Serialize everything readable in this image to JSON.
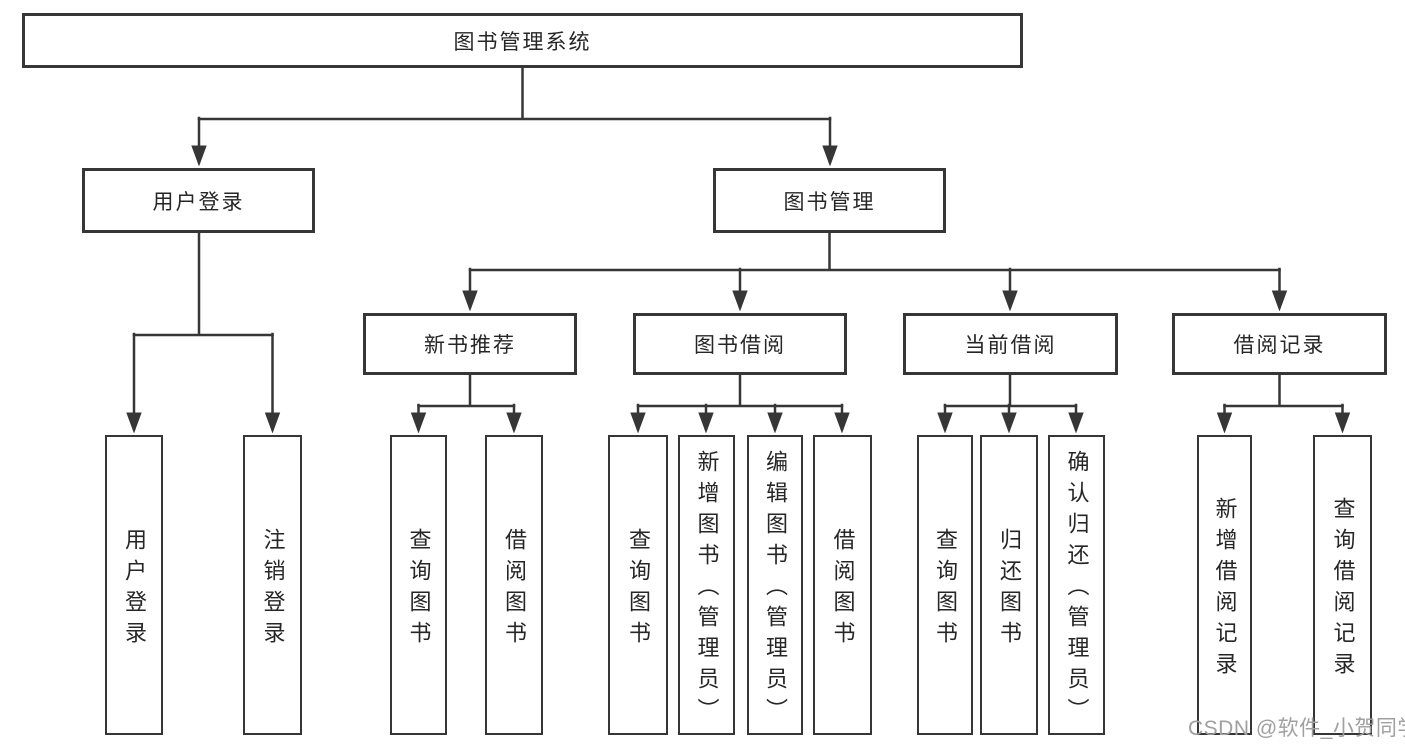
{
  "nodes": {
    "root": {
      "label": "图书管理系统"
    },
    "user_login": {
      "label": "用户登录"
    },
    "book_mgmt": {
      "label": "图书管理"
    },
    "new_book_rec": {
      "label": "新书推荐"
    },
    "book_borrow": {
      "label": "图书借阅"
    },
    "current_borrow": {
      "label": "当前借阅"
    },
    "borrow_records": {
      "label": "借阅记录"
    },
    "leaf_user_login": {
      "label": "用户登录"
    },
    "leaf_logout": {
      "label": "注销登录"
    },
    "leaf_rec_query_books": {
      "label": "查询图书"
    },
    "leaf_rec_borrow_books": {
      "label": "借阅图书"
    },
    "leaf_bb_query_books": {
      "label": "查询图书"
    },
    "leaf_bb_add_books": {
      "label": "新增图书（管理员）"
    },
    "leaf_bb_edit_books": {
      "label": "编辑图书（管理员）"
    },
    "leaf_bb_borrow_books": {
      "label": "借阅图书"
    },
    "leaf_cb_query_books": {
      "label": "查询图书"
    },
    "leaf_cb_return_books": {
      "label": "归还图书"
    },
    "leaf_cb_confirm_return": {
      "label": "确认归还（管理员）"
    },
    "leaf_br_add_record": {
      "label": "新增借阅记录"
    },
    "leaf_br_query_record": {
      "label": "查询借阅记录"
    }
  },
  "hierarchy": {
    "图书管理系统": [
      "用户登录",
      "图书管理"
    ],
    "用户登录": [
      "用户登录",
      "注销登录"
    ],
    "图书管理": [
      "新书推荐",
      "图书借阅",
      "当前借阅",
      "借阅记录"
    ],
    "新书推荐": [
      "查询图书",
      "借阅图书"
    ],
    "图书借阅": [
      "查询图书",
      "新增图书（管理员）",
      "编辑图书（管理员）",
      "借阅图书"
    ],
    "当前借阅": [
      "查询图书",
      "归还图书",
      "确认归还（管理员）"
    ],
    "借阅记录": [
      "新增借阅记录",
      "查询借阅记录"
    ]
  },
  "watermark": {
    "text": "CSDN @软件_小贺同学"
  },
  "colors": {
    "line": "#363636",
    "text": "#262626",
    "watermark": "#a0a0a0",
    "background": "#ffffff"
  }
}
